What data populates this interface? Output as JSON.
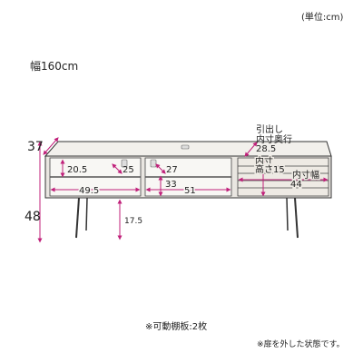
{
  "header": {
    "unit_note": "(単位:cm)",
    "width_label": "幅160cm"
  },
  "dimensions": {
    "depth": "37",
    "height": "48",
    "shelf_height_top": "20.5",
    "shelf_height_bottom": "49.5",
    "comp1_upper_width": "25",
    "comp2_upper_width": "27",
    "comp2_lower_height": "33",
    "comp2_lower_width": "51",
    "leg_height": "17.5"
  },
  "drawer": {
    "depth_label_1": "引出し",
    "depth_label_2": "内寸奥行",
    "depth_value": "28.5",
    "inner_label": "内寸",
    "height_label": "高さ15",
    "width_label": "内寸幅",
    "width_value": "44"
  },
  "footer": {
    "shelf_note": "※可動棚板:2枚",
    "door_note": "※扉を外した状態です。"
  },
  "colors": {
    "accent": "#c0207a",
    "line": "#333333",
    "wood": "#e9e6e1"
  }
}
